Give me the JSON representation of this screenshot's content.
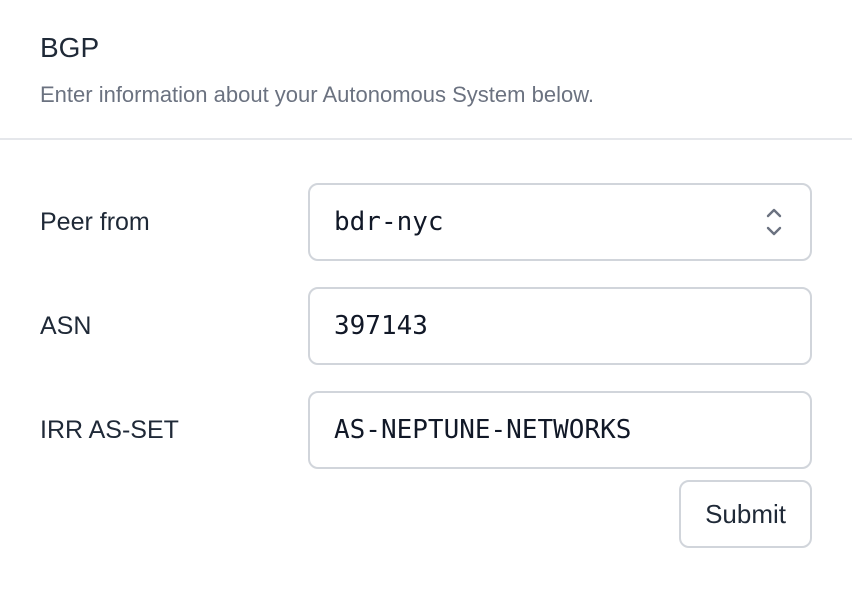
{
  "header": {
    "title": "BGP",
    "subtitle": "Enter information about your Autonomous System below."
  },
  "form": {
    "peer_from": {
      "label": "Peer from",
      "value": "bdr-nyc",
      "icon": "chevron-up-down-icon"
    },
    "asn": {
      "label": "ASN",
      "value": "397143"
    },
    "irr_as_set": {
      "label": "IRR AS-SET",
      "value": "AS-NEPTUNE-NETWORKS"
    },
    "submit_label": "Submit"
  },
  "colors": {
    "title": "#1f2937",
    "subtitle": "#6b7280",
    "border": "#d1d5db",
    "divider": "#e5e7eb"
  }
}
